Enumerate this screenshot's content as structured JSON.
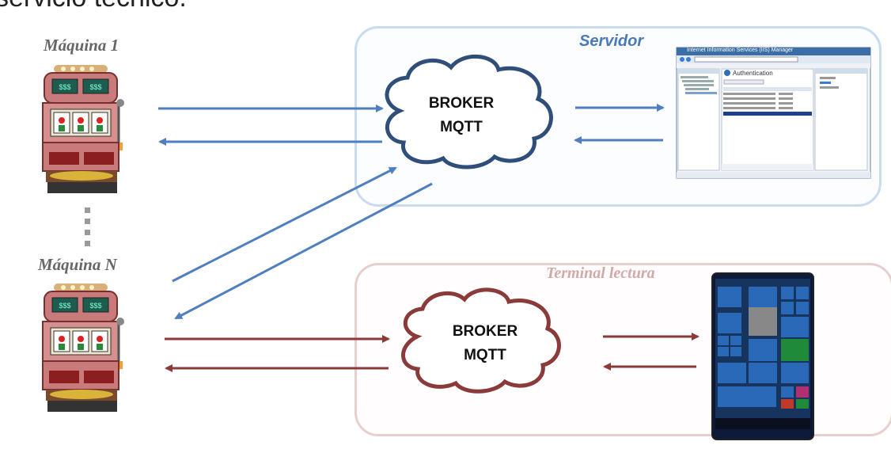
{
  "page": {
    "top_text": "servicio técnico."
  },
  "machines": {
    "first_label": "Máquina 1",
    "last_label": "Máquina N"
  },
  "groups": {
    "server_label": "Servidor",
    "terminal_label": "Terminal lectura"
  },
  "brokers": {
    "server_broker": {
      "line1": "BROKER",
      "line2": "MQTT"
    },
    "terminal_broker": {
      "line1": "BROKER",
      "line2": "MQTT"
    }
  },
  "server_window": {
    "title": "Internet Information Services (IIS) Manager",
    "panel_heading": "Authentication"
  },
  "colors": {
    "server_arrow": "#4f7fbf",
    "terminal_arrow": "#8b3a3a",
    "server_cloud_stroke": "#2f4f7a",
    "terminal_cloud_stroke": "#8b3a3a",
    "server_box_border": "#c9dbef",
    "terminal_box_border": "#e8cfcf"
  }
}
